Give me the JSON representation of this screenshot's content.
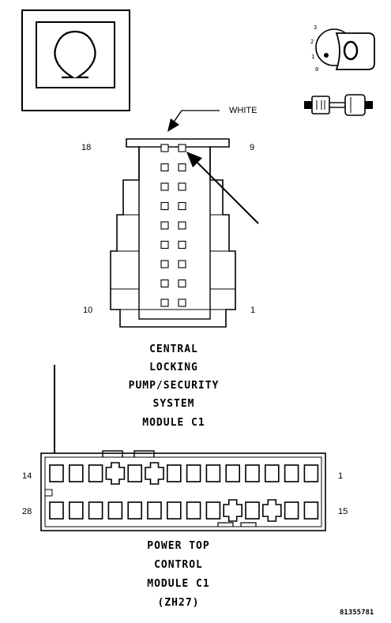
{
  "connector_c1": {
    "callout": "WHITE",
    "pin_top_left": "18",
    "pin_top_right": "9",
    "pin_bottom_left": "10",
    "pin_bottom_right": "1",
    "title_lines": [
      "CENTRAL",
      "LOCKING",
      "PUMP/SECURITY",
      "SYSTEM",
      "MODULE C1"
    ]
  },
  "connector_power_top": {
    "pin_top_left": "14",
    "pin_top_right": "1",
    "pin_bottom_left": "28",
    "pin_bottom_right": "15",
    "title_lines": [
      "POWER TOP",
      "CONTROL",
      "MODULE C1",
      "(ZH27)"
    ]
  },
  "ignition_positions": [
    "3",
    "2",
    "1",
    "0"
  ],
  "key_letter": "O",
  "figure_id": "81355781",
  "icons": [
    "omega-icon",
    "ignition-switch-icon",
    "connector-plug-icon"
  ]
}
